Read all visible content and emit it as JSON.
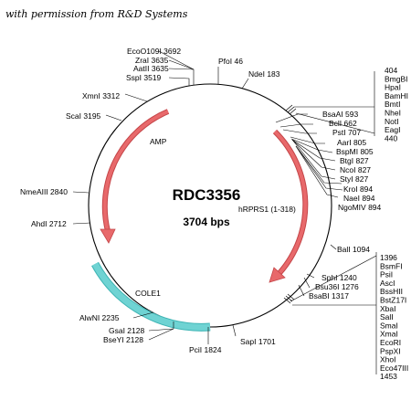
{
  "caption": "with permission from R&D Systems",
  "plasmid": {
    "name": "RDC3356",
    "size": "3704 bps"
  },
  "features": {
    "amp": "AMP",
    "insert": "hRPRS1 (1-318)",
    "ori": "COLE1"
  },
  "sites": {
    "ecoo109i": "EcoO109I 3692",
    "zrai": "ZraI 3635",
    "aatii": "AatII 3635",
    "sspi": "SspI 3519",
    "pfoi": "PfoI 46",
    "ndei": "NdeI 183",
    "xmni": "XmnI 3312",
    "scai": "ScaI 3195",
    "nmeaiii": "NmeAIII 2840",
    "ahdi": "AhdI 2712",
    "alwni": "AlwNI 2235",
    "gsai": "GsaI 2128",
    "bseyi": "BseYI 2128",
    "pcii": "PciI 1824",
    "sapi": "SapI 1701",
    "bsaai": "BsaAI 593",
    "bcli": "BclI 662",
    "psti": "PstI 707",
    "aari": "AarI 805",
    "bspmi": "BspMI 805",
    "btgi": "BtgI 827",
    "ncoi": "NcoI 827",
    "styi": "StyI 827",
    "kroi": "KroI 894",
    "naei": "NaeI 894",
    "ngomiv": "NgoMIV 894",
    "bali": "BalI 1094",
    "sphi": "SphI 1240",
    "bsu36i": "Bsu36I 1276",
    "bsabi": "BsaBI 1317"
  },
  "mcs1": [
    "404",
    "BmgBI",
    "HpaI",
    "BamHI",
    "BmtI",
    "NheI",
    "NotI",
    "EagI",
    "440"
  ],
  "mcs2": [
    "1396",
    "BsmFI",
    "PsiI",
    "AscI",
    "BssHII",
    "BstZ17I",
    "XbaI",
    "SalI",
    "SmaI",
    "XmaI",
    "EcoRI",
    "PspXI",
    "XhoI",
    "Eco47III",
    "1453"
  ],
  "colors": {
    "backbone": "#000000",
    "arrow": "#e8696b",
    "arrow_stroke": "#c44548",
    "cole1": "#6fd3d3",
    "cole1_stroke": "#3fb5b5"
  }
}
